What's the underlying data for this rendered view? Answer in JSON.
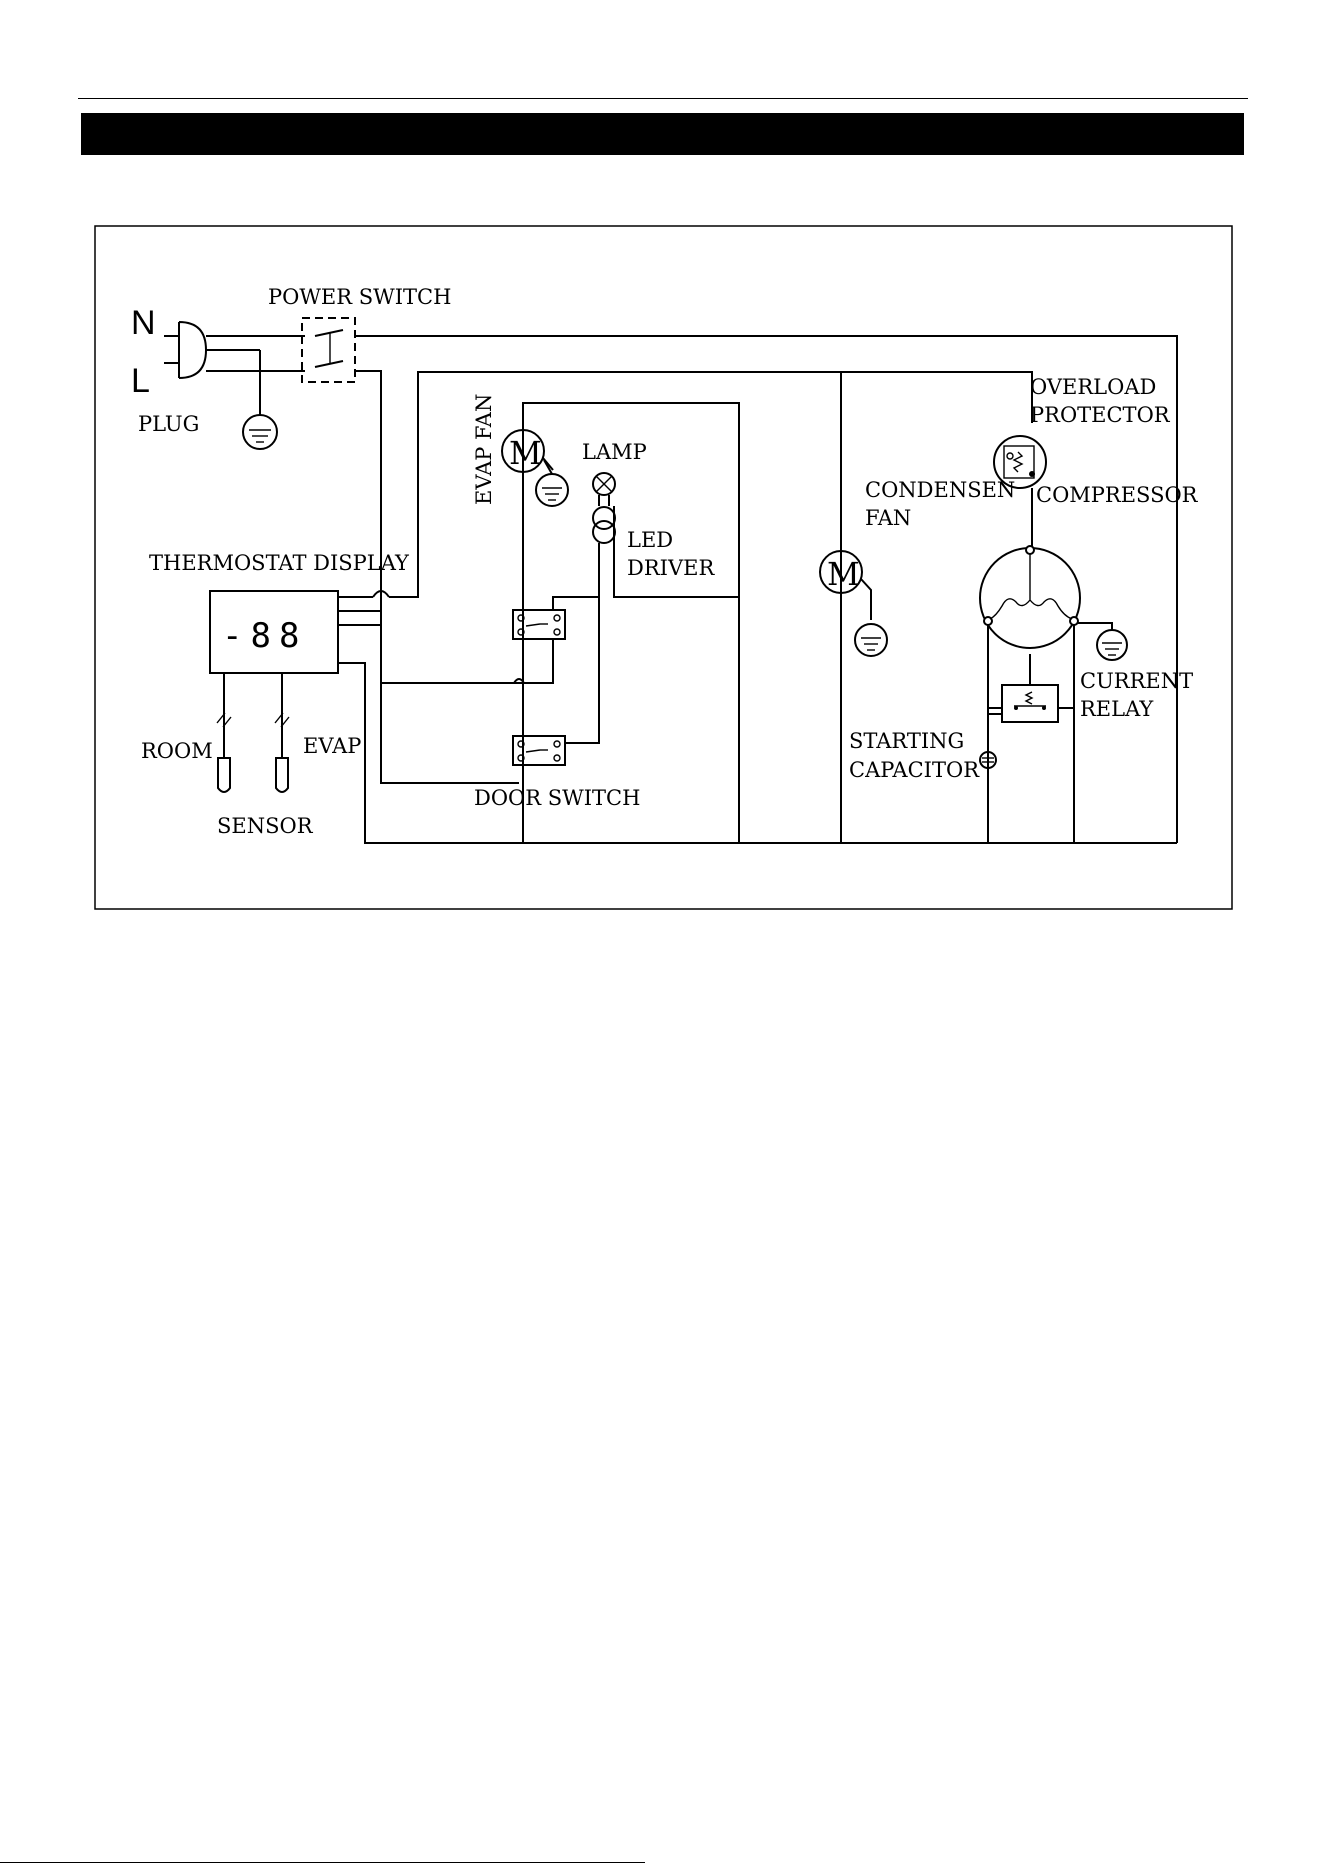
{
  "diagram": {
    "labels": {
      "n": "N",
      "l": "L",
      "plug": "PLUG",
      "power_switch": "POWER SWITCH",
      "thermostat_display": "THERMOSTAT DISPLAY",
      "display_readout": "-88",
      "room": "ROOM",
      "evap_sensor": "EVAP",
      "sensor": "SENSOR",
      "evap_fan": "EVAP FAN",
      "motor_symbol": "M",
      "lamp": "LAMP",
      "led_driver_1": "LED",
      "led_driver_2": "DRIVER",
      "door_switch": "DOOR SWITCH",
      "condensen_fan_1": "CONDENSEN",
      "condensen_fan_2": "FAN",
      "overload_protector_1": "OVERLOAD",
      "overload_protector_2": "PROTECTOR",
      "compressor": "COMPRESSOR",
      "current_relay_1": "CURRENT",
      "current_relay_2": "RELAY",
      "starting_capacitor_1": "STARTING",
      "starting_capacitor_2": "CAPACITOR"
    }
  }
}
